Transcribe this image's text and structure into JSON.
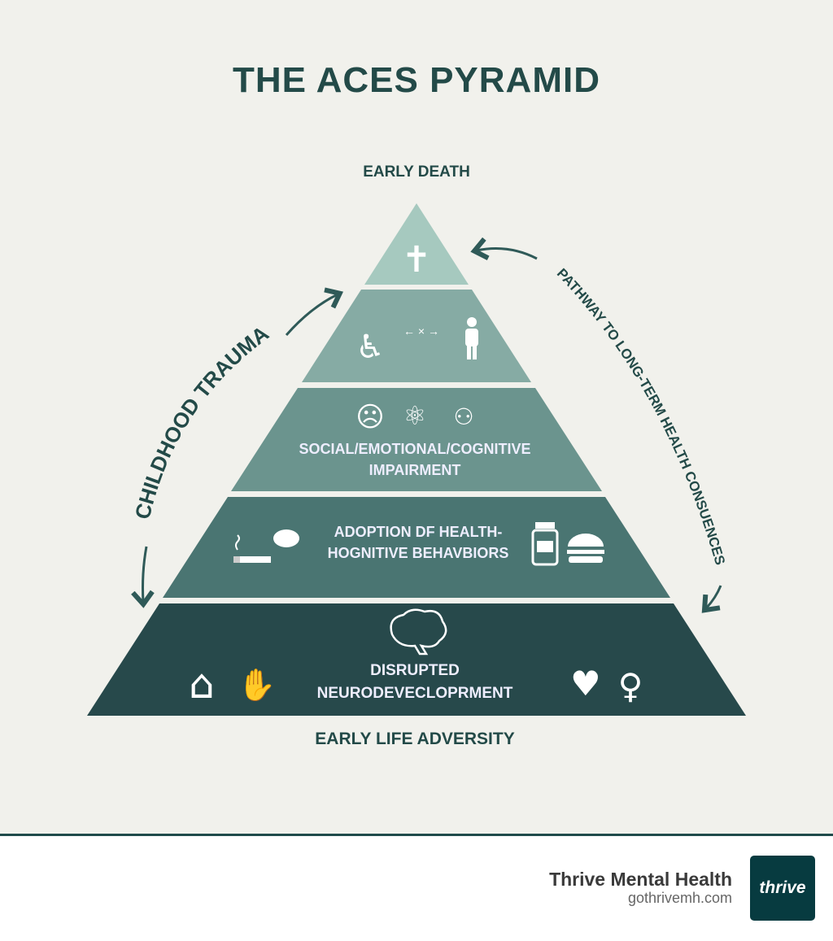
{
  "title": "THE ACES PYRAMID",
  "top_label": "EARLY DEATH",
  "bottom_label": "EARLY LIFE ADVERSITY",
  "left_arrow_label": "CHILDHOOD TRAUMA",
  "right_arrow_label": "PATHWAY TO LONG-TERM HEALTH CONSUENCES",
  "tiers": [
    {
      "icons": [
        "cross-icon"
      ],
      "color": "#a6c9bf"
    },
    {
      "icons": [
        "wheelchair-icon",
        "arrows-icon",
        "person-icon"
      ],
      "arrows_text": "← × →",
      "color": "#86aba4"
    },
    {
      "line1": "SOCIAL/EMOTIONAL/COGNITIVE",
      "line2": "IMPAIRMENT",
      "icons": [
        "sad-face-icon",
        "atom-icon",
        "people-icon"
      ],
      "color": "#6b948e"
    },
    {
      "line1": "ADOPTION DF HEALTH-",
      "line2": "HOGNITIVE BEHAVBIORS",
      "icons": [
        "cigarette-icon",
        "medicine-bottle-icon",
        "burger-icon"
      ],
      "color": "#4a7572"
    },
    {
      "line1": "DISRUPTED",
      "line2": "NEURODEVECLOPRMENT",
      "icons": [
        "brain-icon",
        "house-icon",
        "hand-icon",
        "broken-heart-icon",
        "girl-icon"
      ],
      "color": "#27494b"
    }
  ],
  "footer": {
    "brand": "Thrive Mental Health",
    "url": "gothrivemh.com",
    "logo_text": "thrive"
  }
}
